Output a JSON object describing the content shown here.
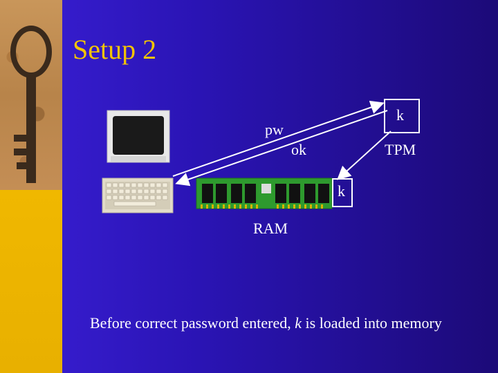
{
  "title": "Setup 2",
  "labels": {
    "pw": "pw",
    "ok": "ok",
    "tpm_key": "k",
    "tpm": "TPM",
    "ram_key": "k",
    "ram": "RAM"
  },
  "caption": {
    "before": "Before correct password entered, ",
    "key": "k",
    "after": " is loaded into memory"
  }
}
